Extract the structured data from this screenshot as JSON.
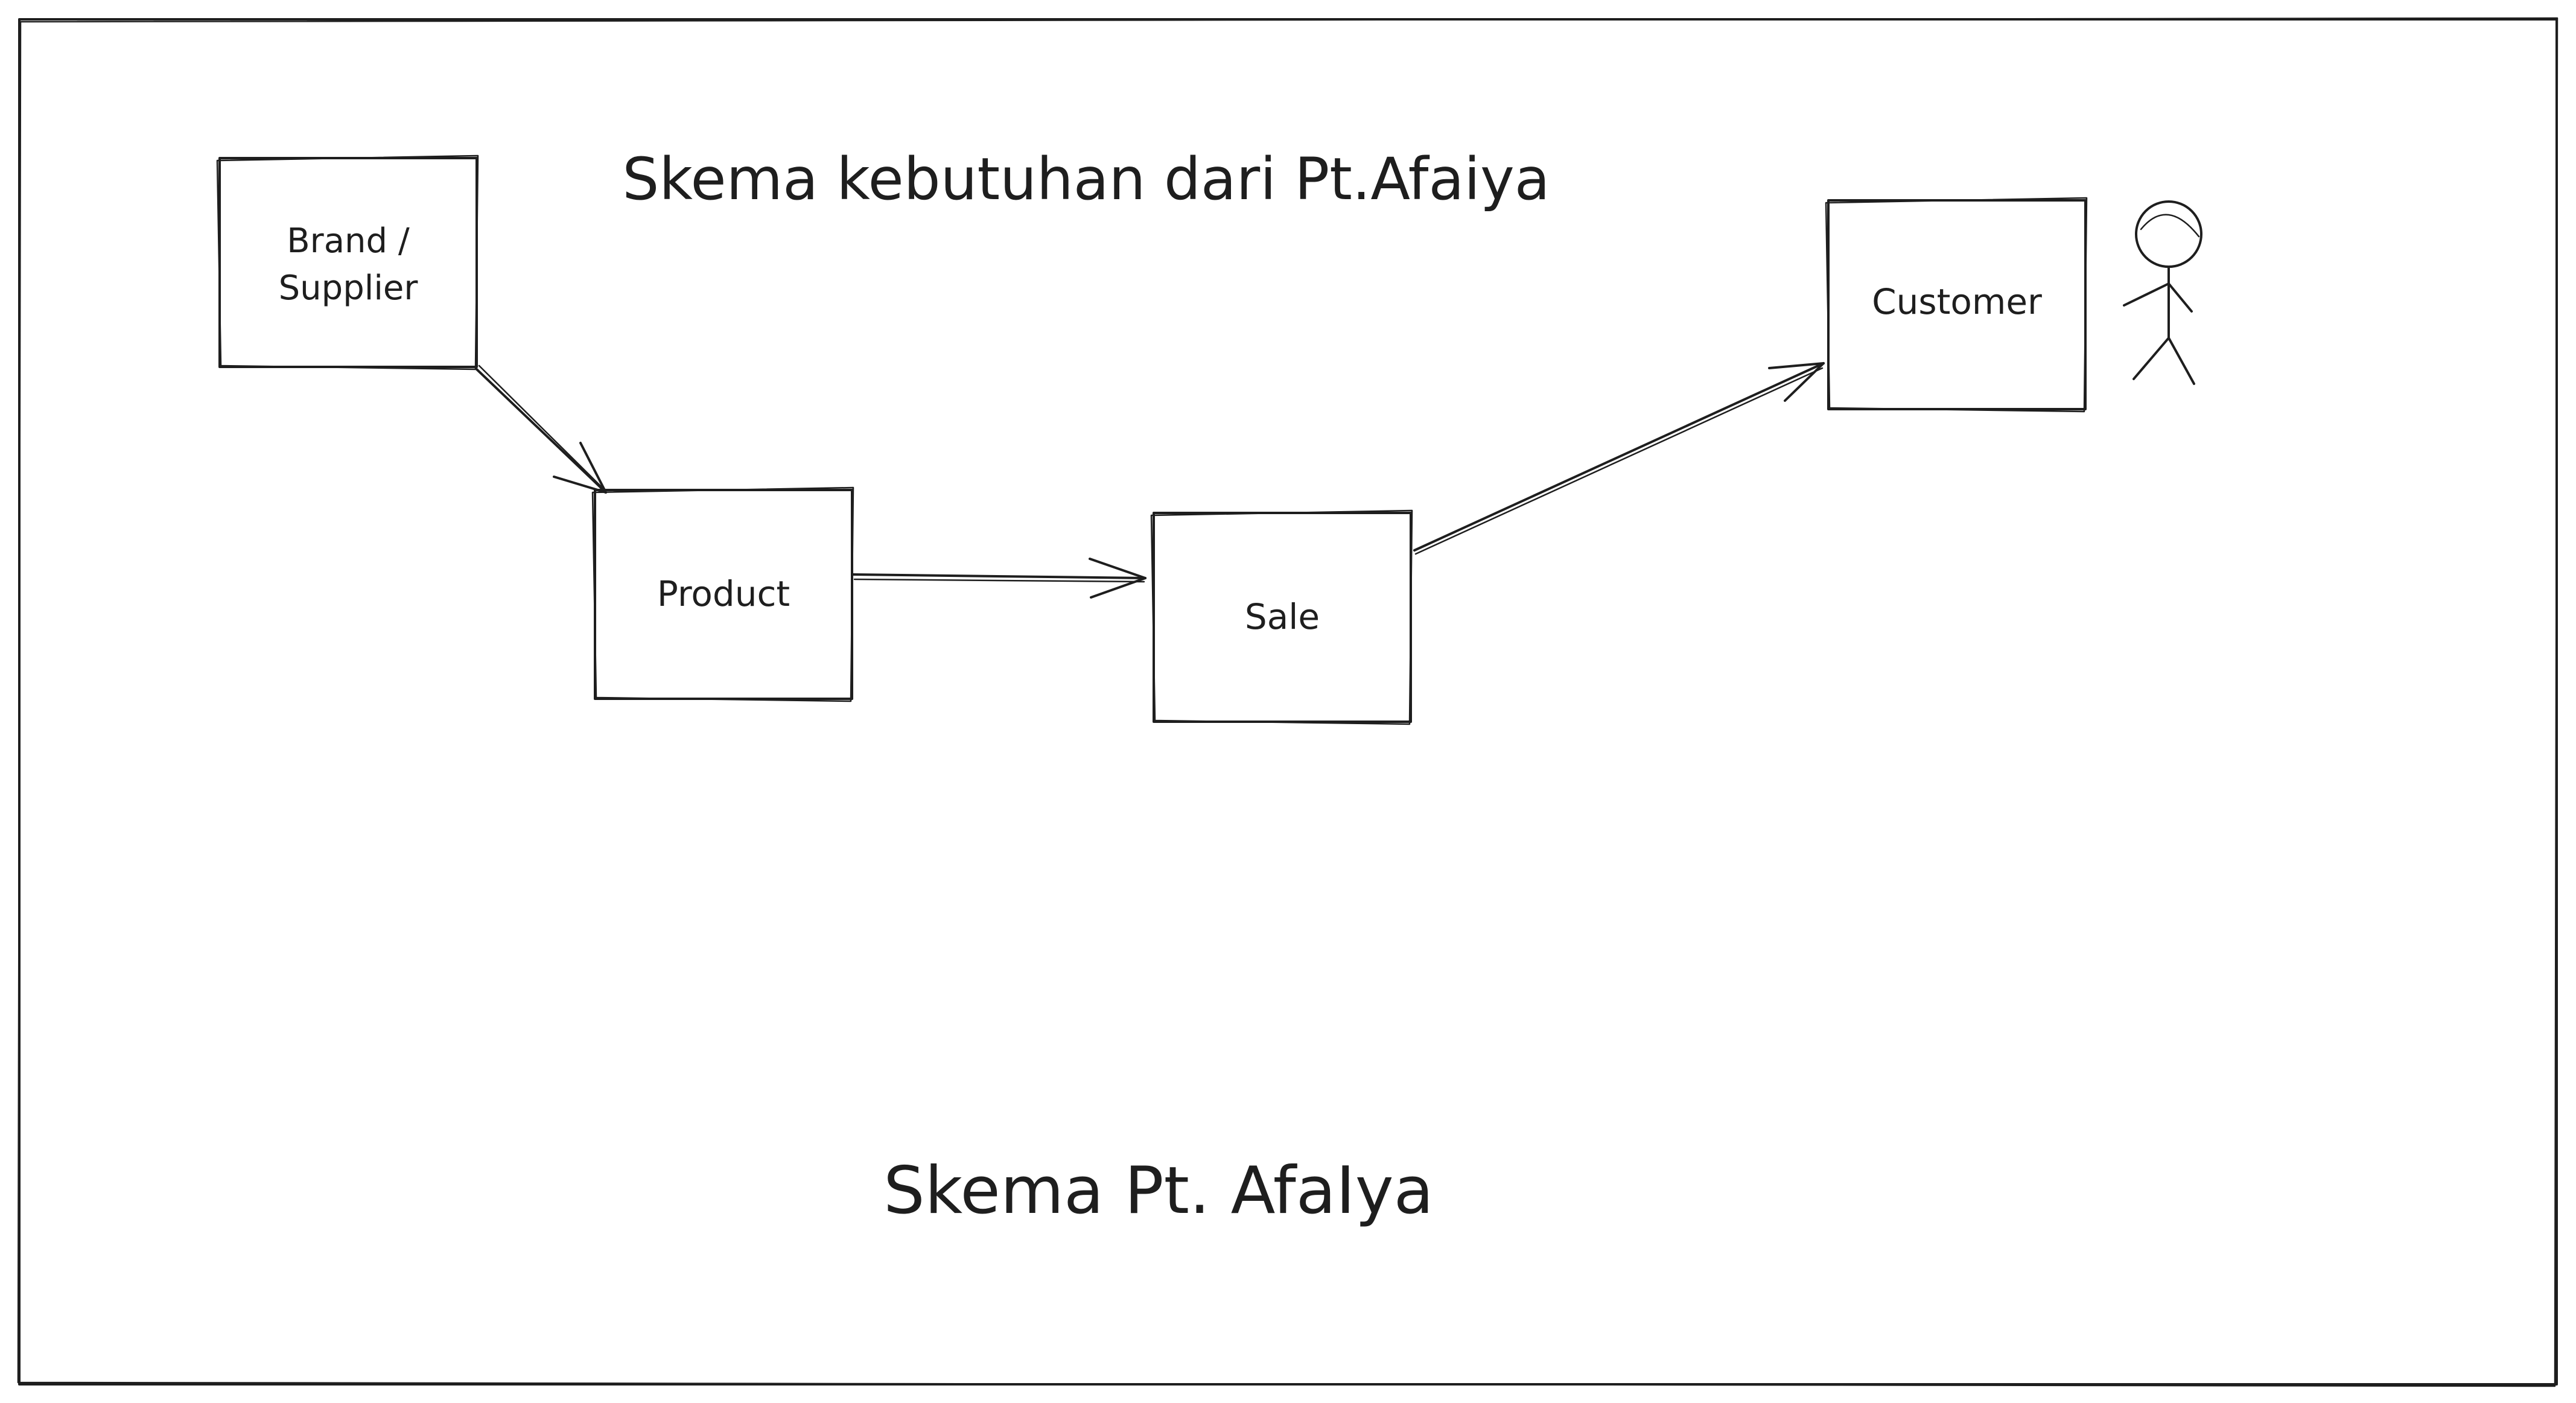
{
  "diagram": {
    "title_top": "Skema kebutuhan dari Pt.Afaiya",
    "title_bottom": "Skema Pt. AfaIya",
    "nodes": {
      "brand": {
        "line1": "Brand /",
        "line2": "Supplier"
      },
      "product": {
        "label": "Product"
      },
      "sale": {
        "label": "Sale"
      },
      "customer": {
        "label": "Customer"
      }
    },
    "actor": {
      "icon": "stick-figure-icon"
    },
    "colors": {
      "stroke": "#1e1e1e",
      "background": "#ffffff"
    }
  }
}
